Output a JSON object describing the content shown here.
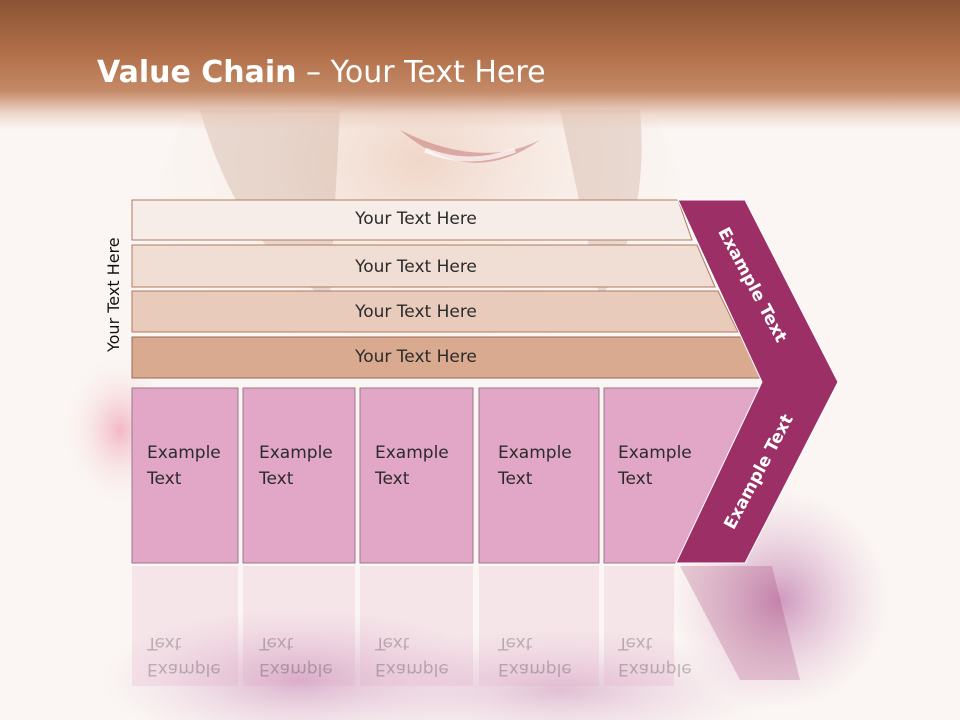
{
  "slide": {
    "title_bold": "Value Chain",
    "title_rest": " – Your Text Here",
    "side_label": "Your Text Here",
    "bands": [
      "Your Text Here",
      "Your Text Here",
      "Your Text Here",
      "Your Text Here"
    ],
    "cells": [
      {
        "line1": "Example",
        "line2": "Text"
      },
      {
        "line1": "Example",
        "line2": "Text"
      },
      {
        "line1": "Example",
        "line2": "Text"
      },
      {
        "line1": "Example",
        "line2": "Text"
      },
      {
        "line1": "Example",
        "line2": "Text"
      }
    ],
    "chevron_top": "Example Text",
    "chevron_bottom": "Example Text"
  },
  "colors": {
    "header": "#a8663f",
    "band1": "#f6ece8",
    "band2": "#f0ddd3",
    "band3": "#e8cbbb",
    "band4": "#d9aa8f",
    "cell": "#e2a6c6",
    "chevron": "#9c2f65"
  }
}
